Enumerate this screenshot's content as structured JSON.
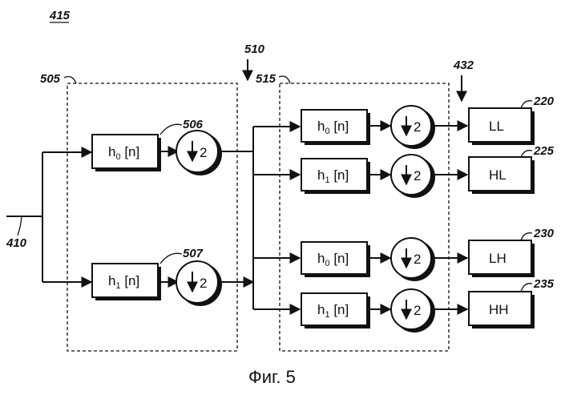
{
  "figure_number_label": "415",
  "caption": "Фиг. 5",
  "refs": {
    "input": "410",
    "stage1": "510",
    "stage1_box": "505",
    "stage2_box": "515",
    "outputs": "432",
    "f1": "506",
    "f2": "507",
    "out_ll": "220",
    "out_hl": "225",
    "out_lh": "230",
    "out_hh": "235"
  },
  "filters": {
    "h0": {
      "main": "h",
      "sub": "0",
      "suffix": " [n]"
    },
    "h1": {
      "main": "h",
      "sub": "1",
      "suffix": " [n]"
    }
  },
  "downsample": "2",
  "outputs": [
    "LL",
    "HL",
    "LH",
    "HH"
  ]
}
